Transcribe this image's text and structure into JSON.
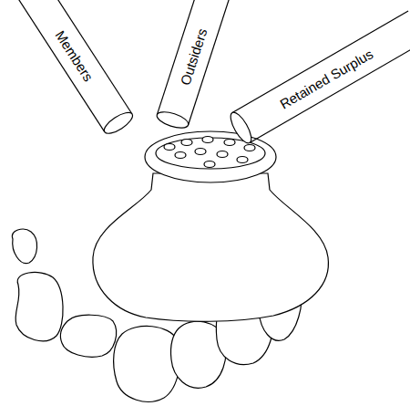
{
  "diagram": {
    "nodes": [
      {
        "text": [
          "Members"
        ]
      },
      {
        "text": [
          "Outsiders"
        ]
      },
      {
        "text": [
          "Retained Surplus"
        ]
      }
    ]
  }
}
